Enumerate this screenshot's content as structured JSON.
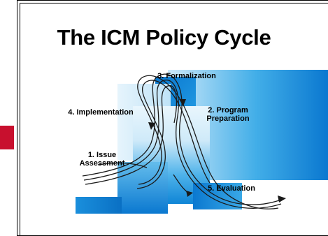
{
  "title": "The ICM Policy Cycle",
  "steps": [
    {
      "line1": "1. Issue",
      "line2": "Assessment"
    },
    {
      "line1": "2. Program",
      "line2": "Preparation"
    },
    {
      "line1": "3. Formalization"
    },
    {
      "line1": "4. Implementation"
    },
    {
      "line1": "5. Evaluation"
    }
  ],
  "colors": {
    "accent_red": "#c8102e",
    "blue_dark": "#0a6fc4",
    "blue_light": "#bfe3f7"
  }
}
